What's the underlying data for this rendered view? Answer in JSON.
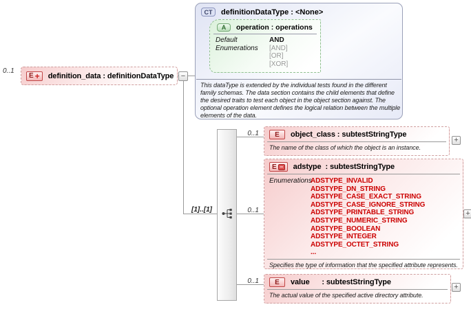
{
  "icons": {
    "element": "E",
    "element_plus": "+",
    "element_minus_chip": "−",
    "complex_type": "CT",
    "attribute": "A",
    "collapse_toggle": "−",
    "expand_toggle": "+"
  },
  "root_element": {
    "cardinality": "0..1",
    "label": "definition_data : definitionDataType"
  },
  "complex_type": {
    "title": "definitionDataType : <None>",
    "attribute": {
      "title": "operation : operations",
      "default_label": "Default",
      "default_value": "AND",
      "enumerations_label": "Enumerations",
      "enumerations": [
        "[AND]",
        "[OR]",
        "[XOR]"
      ]
    },
    "description": "This dataType is extended by the individual tests found in the different family schemas.  The data section contains the child elements that define the desired traits to test each object in the object section against.  The optional operation element defines the logical relation between the multiple elements of the data."
  },
  "sequence": {
    "cardinality": "[1]..[1]"
  },
  "children": [
    {
      "cardinality": "0..1",
      "label": "object_class : subtestStringType",
      "description": "The name of the class of which the object is an instance."
    },
    {
      "cardinality": "0..1",
      "label": "adstype  : subtestStringType",
      "enumerations_label": "Enumerations",
      "enumerations": [
        "ADSTYPE_INVALID",
        "ADSTYPE_DN_STRING",
        "ADSTYPE_CASE_EXACT_STRING",
        "ADSTYPE_CASE_IGNORE_STRING",
        "ADSTYPE_PRINTABLE_STRING",
        "ADSTYPE_NUMERIC_STRING",
        "ADSTYPE_BOOLEAN",
        "ADSTYPE_INTEGER",
        "ADSTYPE_OCTET_STRING",
        "..."
      ],
      "description": "Specifies the type of information that the specified attribute represents."
    },
    {
      "cardinality": "0..1",
      "label": "value      : subtestStringType",
      "description": "The actual value of the specified active directory attribute."
    }
  ],
  "colors": {
    "element_fill": "#f6cccc",
    "element_border": "#cf9e9e",
    "element_icon_red": "#c04545",
    "complex_type_fill": "#e0e4f4",
    "attribute_fill": "#dcf1dc",
    "enum_red": "#cc0000",
    "enum_gray": "#999999",
    "connector_gray": "#999999"
  }
}
